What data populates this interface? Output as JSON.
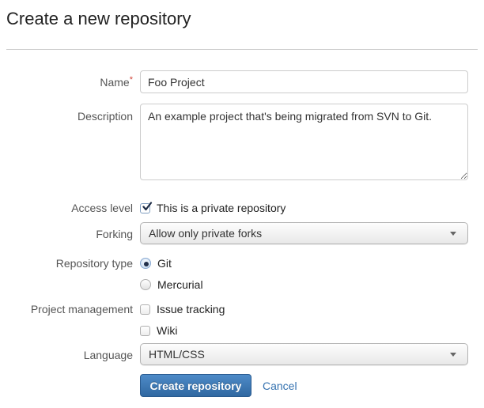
{
  "page": {
    "title": "Create a new repository"
  },
  "form": {
    "name": {
      "label": "Name",
      "required_marker": "*",
      "value": "Foo Project"
    },
    "description": {
      "label": "Description",
      "value": "An example project that's being migrated from SVN to Git."
    },
    "access_level": {
      "label": "Access level",
      "checkbox_label": "This is a private repository",
      "checked": true
    },
    "forking": {
      "label": "Forking",
      "selected_option": "Allow only private forks"
    },
    "repository_type": {
      "label": "Repository type",
      "options": [
        {
          "label": "Git",
          "selected": true
        },
        {
          "label": "Mercurial",
          "selected": false
        }
      ]
    },
    "project_management": {
      "label": "Project management",
      "options": [
        {
          "label": "Issue tracking",
          "checked": false
        },
        {
          "label": "Wiki",
          "checked": false
        }
      ]
    },
    "language": {
      "label": "Language",
      "selected_option": "HTML/CSS"
    },
    "actions": {
      "submit_label": "Create repository",
      "cancel_label": "Cancel"
    }
  },
  "colors": {
    "accent_blue": "#3572b0",
    "required_red": "#d04437",
    "label_gray": "#555555",
    "divider_gray": "#cccccc"
  }
}
